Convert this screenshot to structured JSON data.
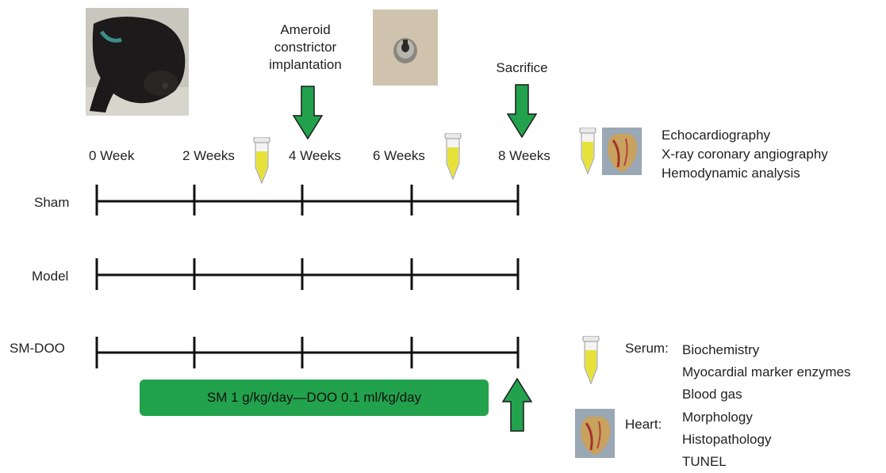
{
  "annotations": {
    "ameroid": [
      "Ameroid",
      "constrictor",
      "implantation"
    ],
    "sacrifice": "Sacrifice"
  },
  "weeks": [
    "0 Week",
    "2 Weeks",
    "4 Weeks",
    "6 Weeks",
    "8 Weeks"
  ],
  "groups": [
    "Sham",
    "Model",
    "SM-DOO"
  ],
  "treatment_bar": "SM 1 g/kg/day—DOO 0.1 ml/kg/day",
  "assessments_top": [
    "Echocardiography",
    "X-ray coronary angiography",
    "Hemodynamic analysis"
  ],
  "serum": {
    "label": "Serum:",
    "items": [
      "Biochemistry",
      "Myocardial marker enzymes",
      "Blood gas"
    ]
  },
  "heart": {
    "label": "Heart:",
    "items": [
      "Morphology",
      "Histopathology",
      "TUNEL"
    ]
  },
  "colors": {
    "arrow_green": "#22a24c",
    "tube_yellow": "#e6e23a",
    "line": "#111111"
  },
  "icons": [
    "pig-photo",
    "ameroid-constrictor-photo",
    "down-arrow-icon",
    "up-arrow-icon",
    "serum-tube-icon",
    "heart-photo"
  ]
}
